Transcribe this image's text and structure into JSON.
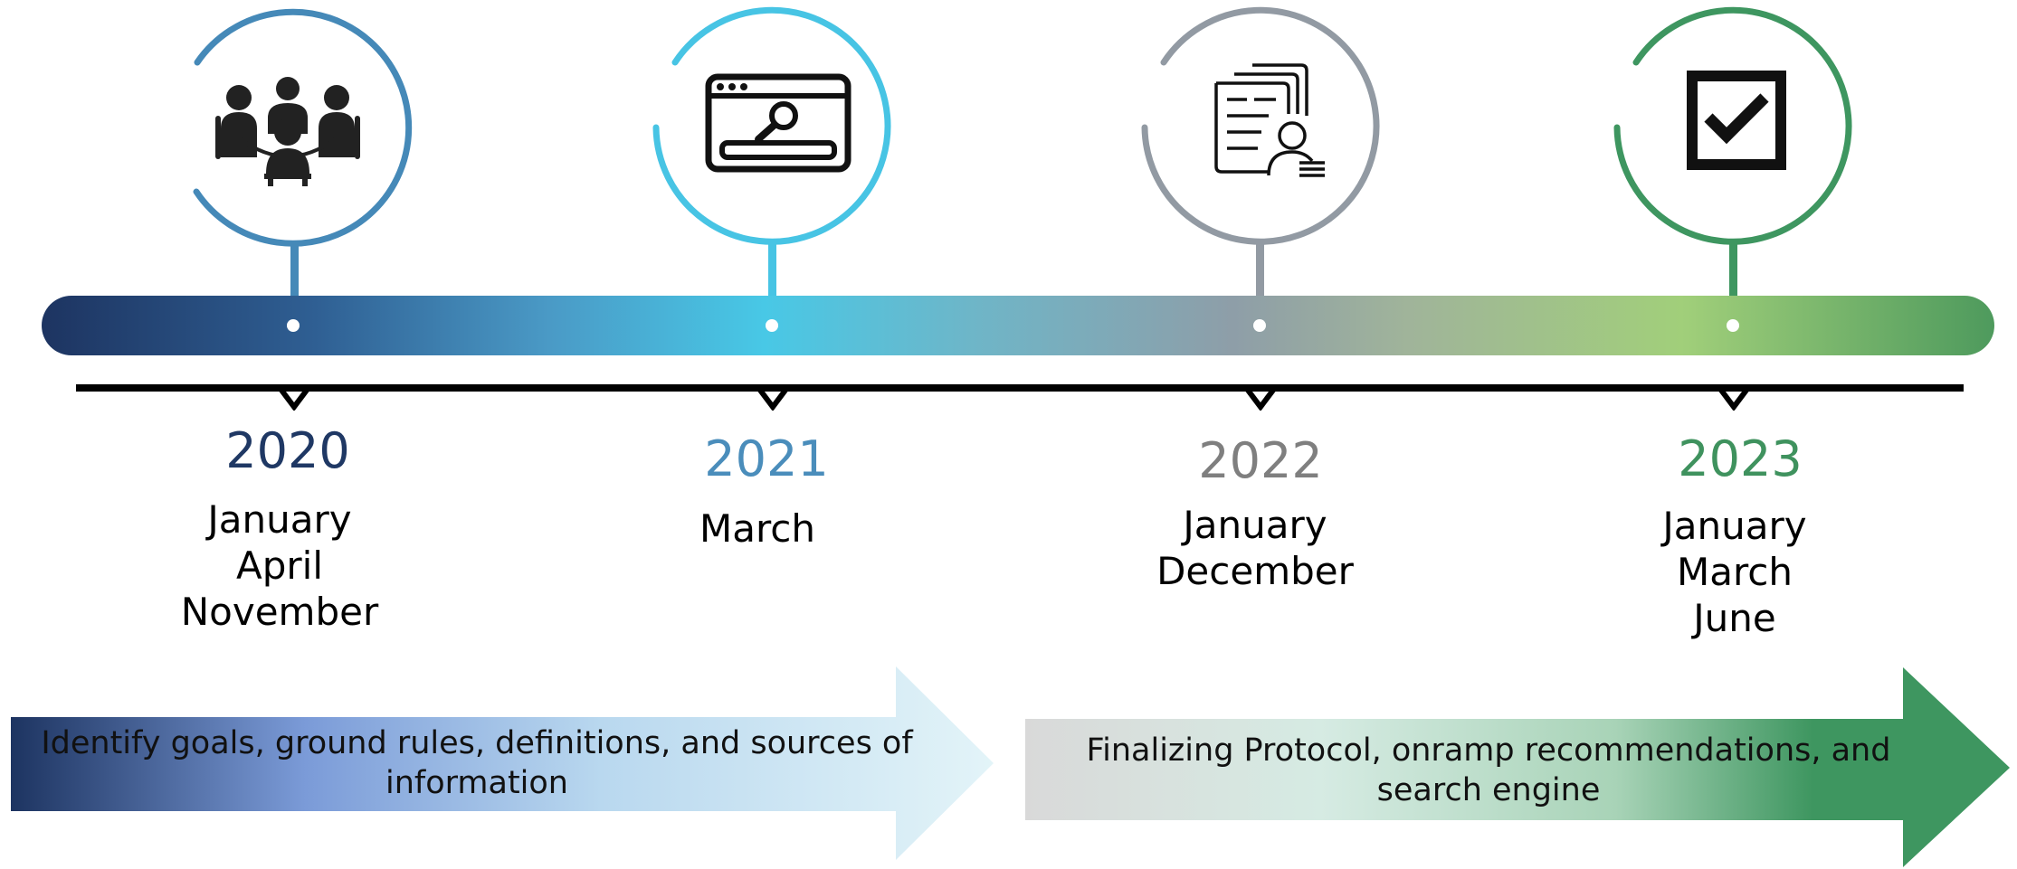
{
  "milestones": [
    {
      "year": "2020",
      "months": [
        "January",
        "April",
        "November"
      ],
      "ring_color": "#4589b8",
      "year_color": "#1f3864",
      "icon": "meeting-table-icon"
    },
    {
      "year": "2021",
      "months": [
        "March"
      ],
      "ring_color": "#47c4e4",
      "year_color": "#4a8dbb",
      "icon": "browser-search-icon"
    },
    {
      "year": "2022",
      "months": [
        "January",
        "December"
      ],
      "ring_color": "#929aa3",
      "year_color": "#7f7f7f",
      "icon": "document-profile-icon"
    },
    {
      "year": "2023",
      "months": [
        "January",
        "March",
        "June"
      ],
      "ring_color": "#3e9660",
      "year_color": "#3f925e",
      "icon": "checkbox-checked-icon"
    }
  ],
  "phases": [
    {
      "label": "Identify goals, ground rules, definitions, and sources of information",
      "colors": [
        "#1d3461",
        "#7b9bd8",
        "#e3f4f8"
      ]
    },
    {
      "label": "Finalizing Protocol, onramp recommendations, and search engine",
      "colors": [
        "#d9d9d9",
        "#d6ebe3",
        "#3e9660"
      ]
    }
  ]
}
